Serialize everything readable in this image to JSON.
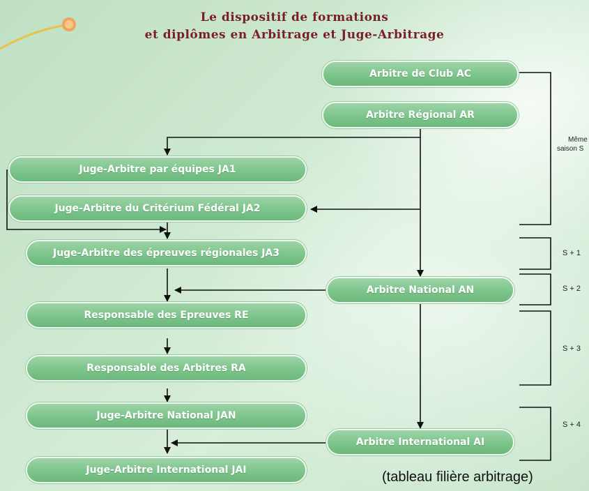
{
  "title": {
    "line1": "Le dispositif de formations",
    "line2": "et diplômes en Arbitrage et Juge-Arbitrage"
  },
  "arbitre_boxes": {
    "club": "Arbitre de Club AC",
    "regional": "Arbitre Régional AR",
    "national": "Arbitre National AN",
    "international": "Arbitre International AI"
  },
  "juge_boxes": {
    "ja1": "Juge-Arbitre par équipes JA1",
    "ja2": "Juge-Arbitre du Critérium Fédéral JA2",
    "ja3": "Juge-Arbitre des épreuves régionales JA3",
    "re": "Responsable des Epreuves RE",
    "ra": "Responsable des Arbitres RA",
    "jan": "Juge-Arbitre National JAN",
    "jai": "Juge-Arbitre International JAI"
  },
  "season_labels": {
    "same_line1": "Même",
    "same_line2": "saison S",
    "s1": "S + 1",
    "s2": "S + 2",
    "s3": "S + 3",
    "s4": "S + 4"
  },
  "caption": "(tableau filière arbitrage)",
  "colors": {
    "box_fill": "#7cc58b",
    "title": "#7a1f2a",
    "background": "#cde8d0"
  }
}
